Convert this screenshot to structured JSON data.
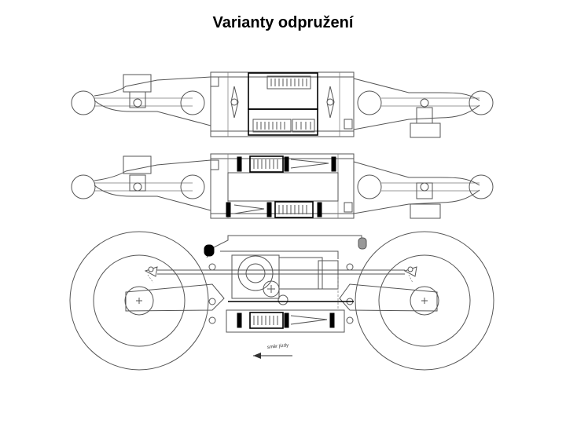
{
  "title": "Varianty odpružení",
  "annotation": {
    "direction_label": "směr jízdy"
  },
  "diagrams": [
    {
      "name": "top-plan-view"
    },
    {
      "name": "middle-plan-view"
    },
    {
      "name": "side-view"
    }
  ]
}
